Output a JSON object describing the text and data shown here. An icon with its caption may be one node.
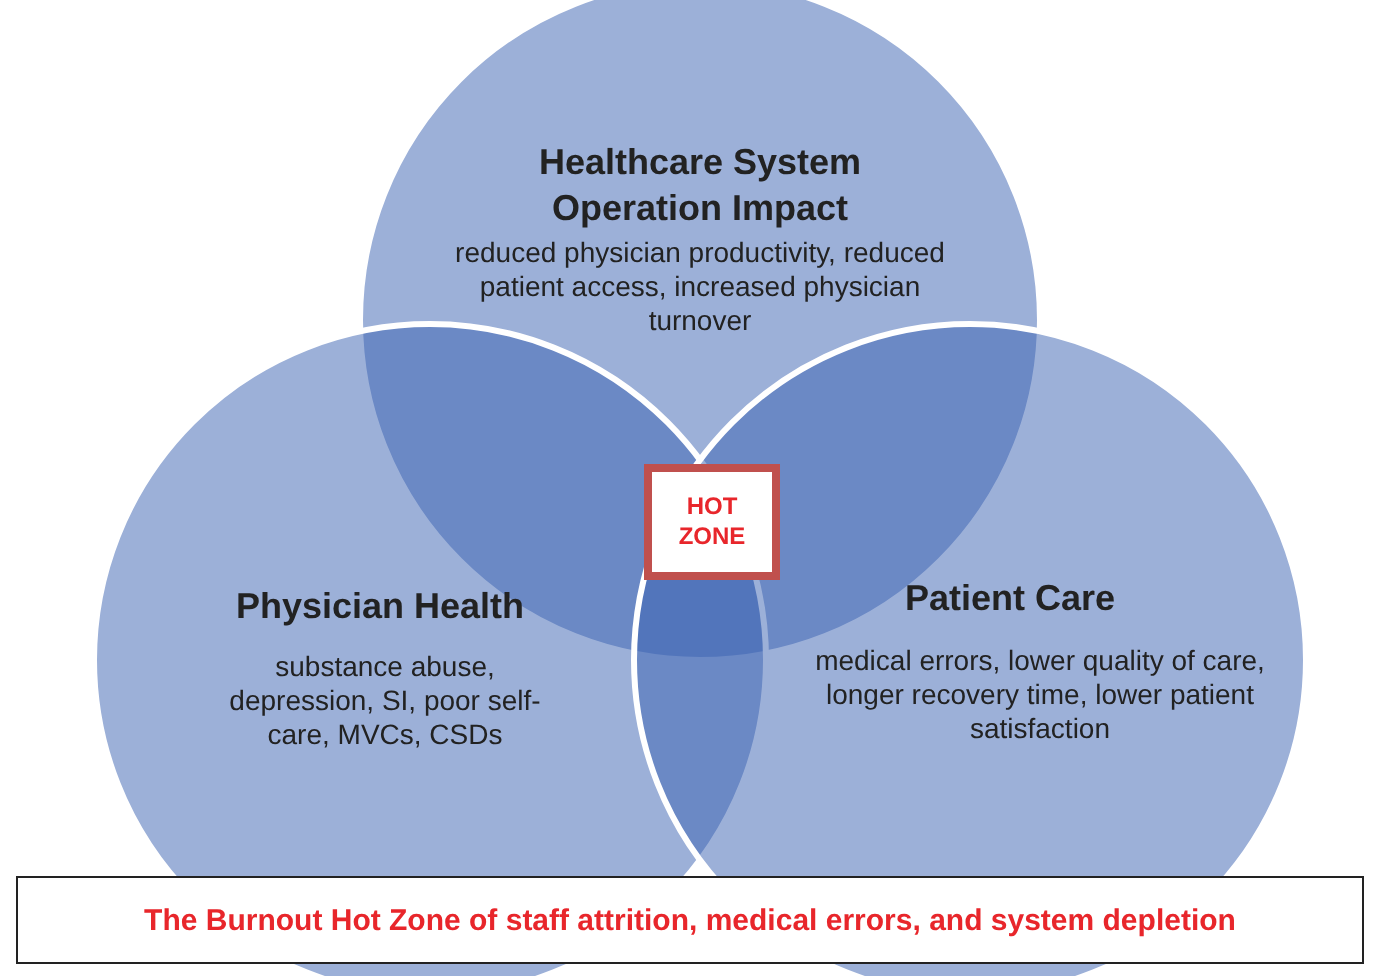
{
  "diagram": {
    "nodes": [
      {
        "text": [
          "Healthcare System Operation Impact",
          "reduced physician productivity, reduced patient access, increased physician turnover"
        ]
      },
      {
        "text": [
          "Physician Health",
          "substance abuse, depression, SI, poor self-care, MVCs, CSDs"
        ]
      },
      {
        "text": [
          "Patient Care",
          "medical errors, lower quality of care, longer recovery time, lower patient satisfaction"
        ]
      },
      {
        "text": [
          "HOT ZONE"
        ]
      },
      {
        "text": [
          "The Burnout Hot Zone of staff attrition, medical errors, and system depletion"
        ]
      }
    ],
    "edges": []
  }
}
